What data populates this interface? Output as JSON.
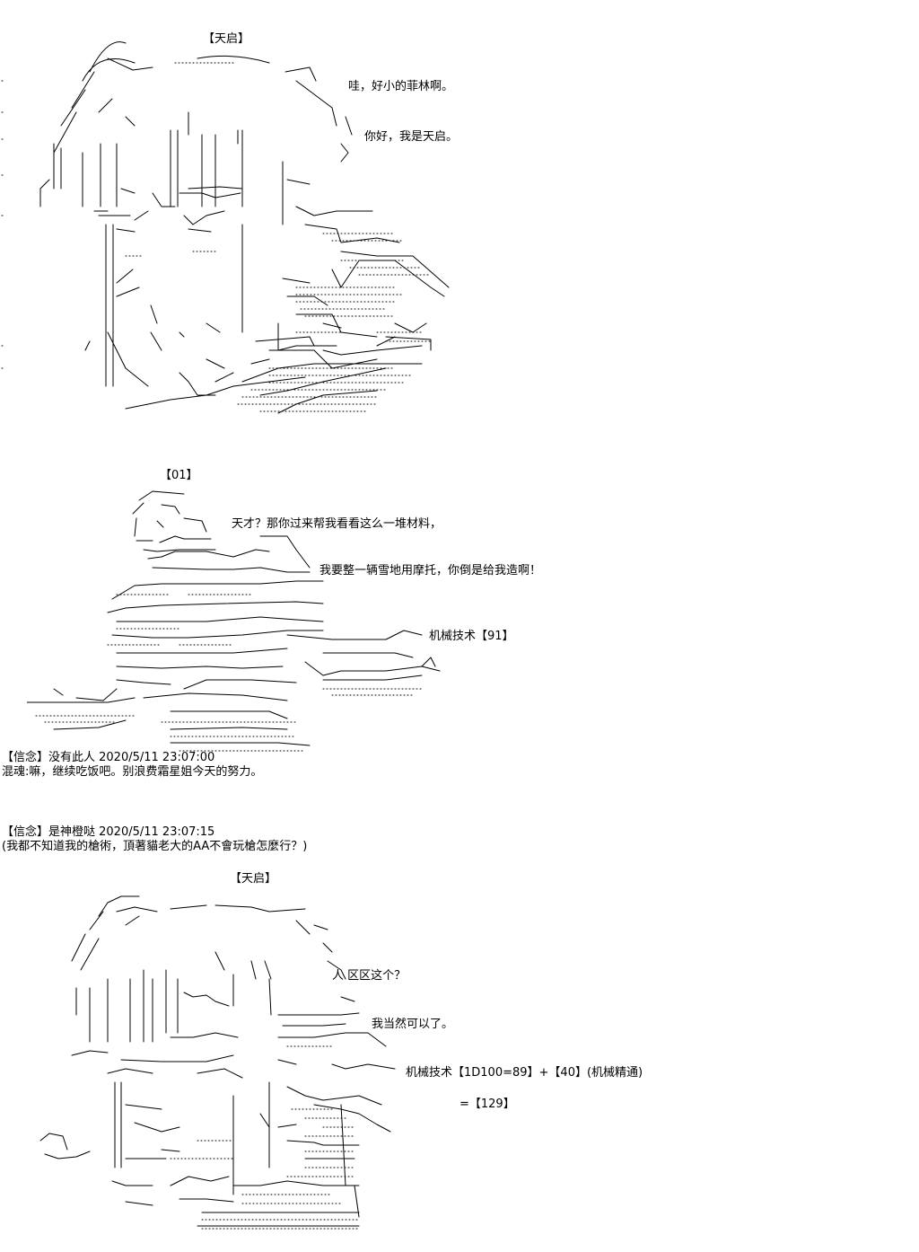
{
  "scene1": {
    "speaker": "【天启】",
    "lines": [
      "哇，好小的菲林啊。",
      "你好，我是天启。"
    ]
  },
  "scene2": {
    "speaker": "【01】",
    "lines": [
      "天才？那你过来帮我看看这么一堆材料，",
      "我要整一辆雪地用摩托，你倒是给我造啊！"
    ],
    "check": "机械技术【91】"
  },
  "comments": [
    {
      "header": "【信念】没有此人 2020/5/11 23:07:00",
      "body": "混魂:嘛，继续吃饭吧。别浪费霜星姐今天的努力。"
    },
    {
      "header": "【信念】是神橙哒 2020/5/11 23:07:15",
      "body": "(我都不知道我的槍術，頂著貓老大的AA不會玩槍怎麼行？)"
    }
  ],
  "scene3": {
    "speaker": "【天启】",
    "lines": [
      "人 区区这个？",
      "我当然可以了。"
    ],
    "check": "机械技术【1D100=89】+【40】(机械精通)",
    "result": "=【129】"
  }
}
